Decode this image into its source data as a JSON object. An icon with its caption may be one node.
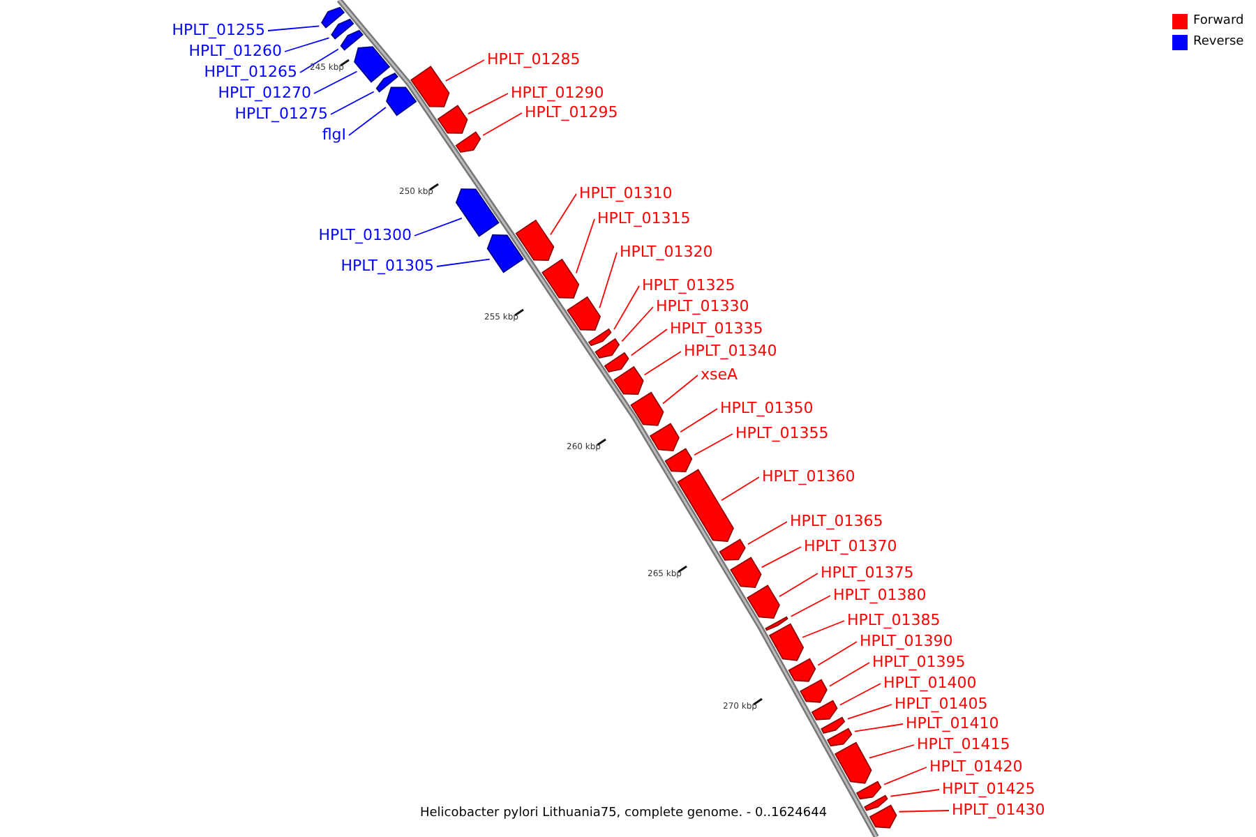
{
  "diagram": {
    "caption": "Helicobacter pylori Lithuania75, complete genome. - 0..1624644",
    "nodes": [
      {
        "text": [
          "HPLT_01255"
        ]
      },
      {
        "text": [
          "HPLT_01260"
        ]
      },
      {
        "text": [
          "HPLT_01265"
        ]
      },
      {
        "text": [
          "HPLT_01270"
        ]
      },
      {
        "text": [
          "HPLT_01275"
        ]
      },
      {
        "text": [
          "flgI"
        ]
      },
      {
        "text": [
          "HPLT_01285"
        ]
      },
      {
        "text": [
          "HPLT_01290"
        ]
      },
      {
        "text": [
          "HPLT_01295"
        ]
      },
      {
        "text": [
          "HPLT_01300"
        ]
      },
      {
        "text": [
          "HPLT_01305"
        ]
      },
      {
        "text": [
          "HPLT_01310"
        ]
      },
      {
        "text": [
          "HPLT_01315"
        ]
      },
      {
        "text": [
          "HPLT_01320"
        ]
      },
      {
        "text": [
          "HPLT_01325"
        ]
      },
      {
        "text": [
          "HPLT_01330"
        ]
      },
      {
        "text": [
          "HPLT_01335"
        ]
      },
      {
        "text": [
          "HPLT_01340"
        ]
      },
      {
        "text": [
          "xseA"
        ]
      },
      {
        "text": [
          "HPLT_01350"
        ]
      },
      {
        "text": [
          "HPLT_01355"
        ]
      },
      {
        "text": [
          "HPLT_01360"
        ]
      },
      {
        "text": [
          "HPLT_01365"
        ]
      },
      {
        "text": [
          "HPLT_01370"
        ]
      },
      {
        "text": [
          "HPLT_01375"
        ]
      },
      {
        "text": [
          "HPLT_01380"
        ]
      },
      {
        "text": [
          "HPLT_01385"
        ]
      },
      {
        "text": [
          "HPLT_01390"
        ]
      },
      {
        "text": [
          "HPLT_01395"
        ]
      },
      {
        "text": [
          "HPLT_01400"
        ]
      },
      {
        "text": [
          "HPLT_01405"
        ]
      },
      {
        "text": [
          "HPLT_01410"
        ]
      },
      {
        "text": [
          "HPLT_01415"
        ]
      },
      {
        "text": [
          "HPLT_01420"
        ]
      },
      {
        "text": [
          "HPLT_01425"
        ]
      },
      {
        "text": [
          "HPLT_01430"
        ]
      },
      {
        "text": [],
        "shape": "bar"
      },
      {
        "text": [],
        "shape": "bar"
      },
      {
        "text": [],
        "shape": "bar"
      },
      {
        "text": [],
        "shape": "bar"
      },
      {
        "text": [],
        "shape": "bar"
      },
      {
        "text": [],
        "shape": "bar"
      },
      {
        "text": [],
        "shape": "bar"
      },
      {
        "text": [],
        "shape": "bar"
      },
      {
        "text": [],
        "shape": "bar"
      },
      {
        "text": [],
        "shape": "bar"
      },
      {
        "text": [],
        "shape": "bar"
      },
      {
        "text": [],
        "shape": "bar"
      },
      {
        "text": [],
        "shape": "bar"
      },
      {
        "text": [],
        "shape": "bar"
      },
      {
        "text": [],
        "shape": "bar"
      },
      {
        "text": [],
        "shape": "bar"
      },
      {
        "text": [],
        "shape": "bar"
      },
      {
        "text": [],
        "shape": "bar"
      },
      {
        "text": [],
        "shape": "bar"
      },
      {
        "text": [],
        "shape": "bar"
      },
      {
        "text": [],
        "shape": "bar"
      },
      {
        "text": [],
        "shape": "bar"
      },
      {
        "text": [],
        "shape": "bar"
      },
      {
        "text": [],
        "shape": "bar"
      },
      {
        "text": [],
        "shape": "bar"
      },
      {
        "text": [],
        "shape": "bar"
      },
      {
        "text": [],
        "shape": "bar"
      },
      {
        "text": [],
        "shape": "bar"
      },
      {
        "text": [],
        "shape": "bar"
      },
      {
        "text": [],
        "shape": "bar"
      },
      {
        "text": [],
        "shape": "bar"
      },
      {
        "text": [],
        "shape": "bar"
      },
      {
        "text": [],
        "shape": "bar"
      },
      {
        "text": [],
        "shape": "bar"
      },
      {
        "text": [],
        "shape": "bar"
      },
      {
        "text": [],
        "shape": "bar"
      }
    ],
    "edges": [
      {
        "from": 0,
        "to": 36,
        "arrow": "none",
        "color": "#0000ff"
      },
      {
        "from": 1,
        "to": 37,
        "arrow": "none",
        "color": "#0000ff"
      },
      {
        "from": 2,
        "to": 38,
        "arrow": "none",
        "color": "#0000ff"
      },
      {
        "from": 3,
        "to": 39,
        "arrow": "none",
        "color": "#0000ff"
      },
      {
        "from": 4,
        "to": 40,
        "arrow": "none",
        "color": "#0000ff"
      },
      {
        "from": 5,
        "to": 41,
        "arrow": "none",
        "color": "#0000ff"
      },
      {
        "from": 6,
        "to": 42,
        "arrow": "none"
      },
      {
        "from": 7,
        "to": 43,
        "arrow": "none"
      },
      {
        "from": 8,
        "to": 44,
        "arrow": "none"
      },
      {
        "from": 9,
        "to": 45,
        "arrow": "none",
        "color": "#0000ff"
      },
      {
        "from": 10,
        "to": 46,
        "arrow": "none",
        "color": "#0000ff"
      },
      {
        "from": 11,
        "to": 47,
        "arrow": "none"
      },
      {
        "from": 12,
        "to": 48,
        "arrow": "none"
      },
      {
        "from": 13,
        "to": 49,
        "arrow": "none"
      },
      {
        "from": 14,
        "to": 50,
        "arrow": "none"
      },
      {
        "from": 15,
        "to": 51,
        "arrow": "none"
      },
      {
        "from": 16,
        "to": 52,
        "arrow": "none"
      },
      {
        "from": 17,
        "to": 53,
        "arrow": "none"
      },
      {
        "from": 18,
        "to": 54,
        "arrow": "none"
      },
      {
        "from": 19,
        "to": 55,
        "arrow": "none"
      },
      {
        "from": 20,
        "to": 56,
        "arrow": "none"
      },
      {
        "from": 21,
        "to": 57,
        "arrow": "none"
      },
      {
        "from": 22,
        "to": 58,
        "arrow": "none"
      },
      {
        "from": 23,
        "to": 59,
        "arrow": "none"
      },
      {
        "from": 24,
        "to": 60,
        "arrow": "none"
      },
      {
        "from": 25,
        "to": 61,
        "arrow": "none"
      },
      {
        "from": 26,
        "to": 62,
        "arrow": "none"
      },
      {
        "from": 27,
        "to": 63,
        "arrow": "none"
      },
      {
        "from": 28,
        "to": 64,
        "arrow": "none"
      },
      {
        "from": 29,
        "to": 65,
        "arrow": "none"
      },
      {
        "from": 30,
        "to": 66,
        "arrow": "none"
      },
      {
        "from": 31,
        "to": 67,
        "arrow": "none"
      },
      {
        "from": 32,
        "to": 68,
        "arrow": "none"
      },
      {
        "from": 33,
        "to": 69,
        "arrow": "none"
      },
      {
        "from": 34,
        "to": 70,
        "arrow": "none"
      },
      {
        "from": 35,
        "to": 71,
        "arrow": "none"
      }
    ],
    "labels": [
      "245 kbp",
      "250 kbp",
      "255 kbp",
      "260 kbp",
      "265 kbp",
      "270 kbp"
    ],
    "legend": [
      {
        "text": "Forward",
        "color": "#ff0000"
      },
      {
        "text": "Reverse",
        "color": "#0000ff"
      }
    ]
  }
}
